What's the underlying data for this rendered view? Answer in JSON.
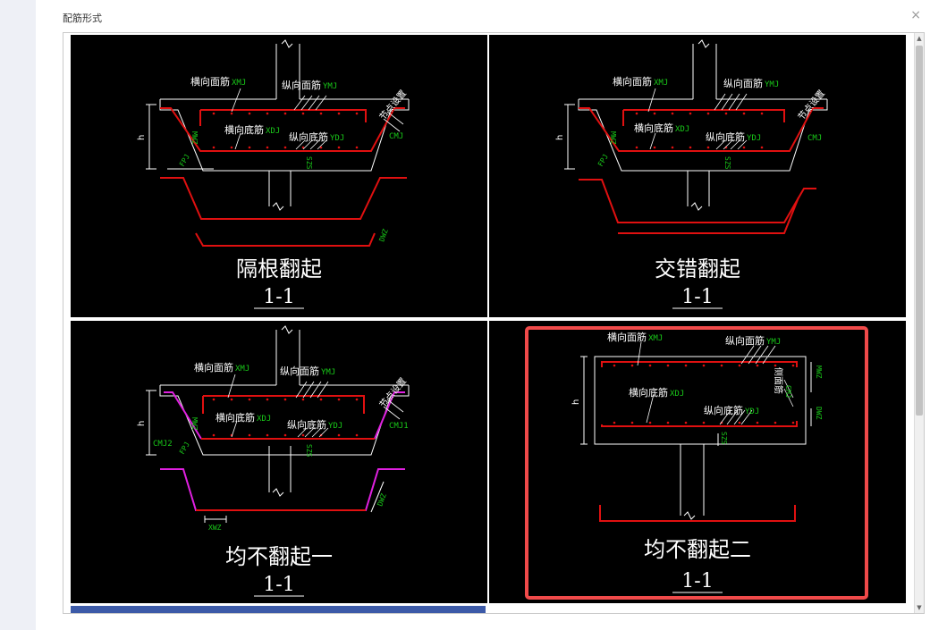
{
  "dialog": {
    "title": "配筋形式",
    "close_glyph": "×"
  },
  "panels": [
    {
      "title": "隔根翻起",
      "section": "1-1",
      "labels": {
        "xmj_cn": "横向面筋",
        "xmj": "XMJ",
        "ymj_cn": "纵向面筋",
        "ymj": "YMJ",
        "xdj_cn": "横向底筋",
        "xdj": "XDJ",
        "ydj_cn": "纵向底筋",
        "ydj": "YDJ",
        "jdsz": "节点设置",
        "cmj": "CMJ",
        "mwz": "MWZ",
        "h": "h",
        "fpj": "FPJ",
        "szs": "SZS",
        "dwz": "DWZ"
      }
    },
    {
      "title": "交错翻起",
      "section": "1-1",
      "labels": {
        "xmj_cn": "横向面筋",
        "xmj": "XMJ",
        "ymj_cn": "纵向面筋",
        "ymj": "YMJ",
        "xdj_cn": "横向底筋",
        "xdj": "XDJ",
        "ydj_cn": "纵向底筋",
        "ydj": "YDJ",
        "jdsz": "节点设置",
        "cmj": "CMJ",
        "mwz": "MWZ",
        "h": "h",
        "fpj": "FPJ",
        "szs": "SZS"
      }
    },
    {
      "title": "均不翻起一",
      "section": "1-1",
      "labels": {
        "xmj_cn": "横向面筋",
        "xmj": "XMJ",
        "ymj_cn": "纵向面筋",
        "ymj": "YMJ",
        "xdj_cn": "横向底筋",
        "xdj": "XDJ",
        "ydj_cn": "纵向底筋",
        "ydj": "YDJ",
        "jdsz": "节点设置",
        "cmj1": "CMJ1",
        "cmj2": "CMJ2",
        "mwz": "MWZ",
        "h": "h",
        "fpj": "FPJ",
        "szs": "SZS",
        "dwz": "DWZ",
        "xwz": "XWZ"
      }
    },
    {
      "title": "均不翻起二",
      "section": "1-1",
      "selected": true,
      "labels": {
        "xmj_cn": "横向面筋",
        "xmj": "XMJ",
        "ymj_cn": "纵向面筋",
        "ymj": "YMJ",
        "xdj_cn": "横向底筋",
        "xdj": "XDJ",
        "ydj_cn": "纵向底筋",
        "ydj": "YDJ",
        "cmj_cn": "侧面筋",
        "cmj": "CMJ",
        "mwz": "MWZ",
        "dwz": "DWZ",
        "h": "h",
        "szs": "SZS"
      }
    }
  ],
  "colors": {
    "panel_bg": "#000000",
    "rebar": "#e01010",
    "rebar_alt": "#e020e0",
    "label_code": "#19c819",
    "line": "#ffffff",
    "selection": "#f04a4a"
  }
}
